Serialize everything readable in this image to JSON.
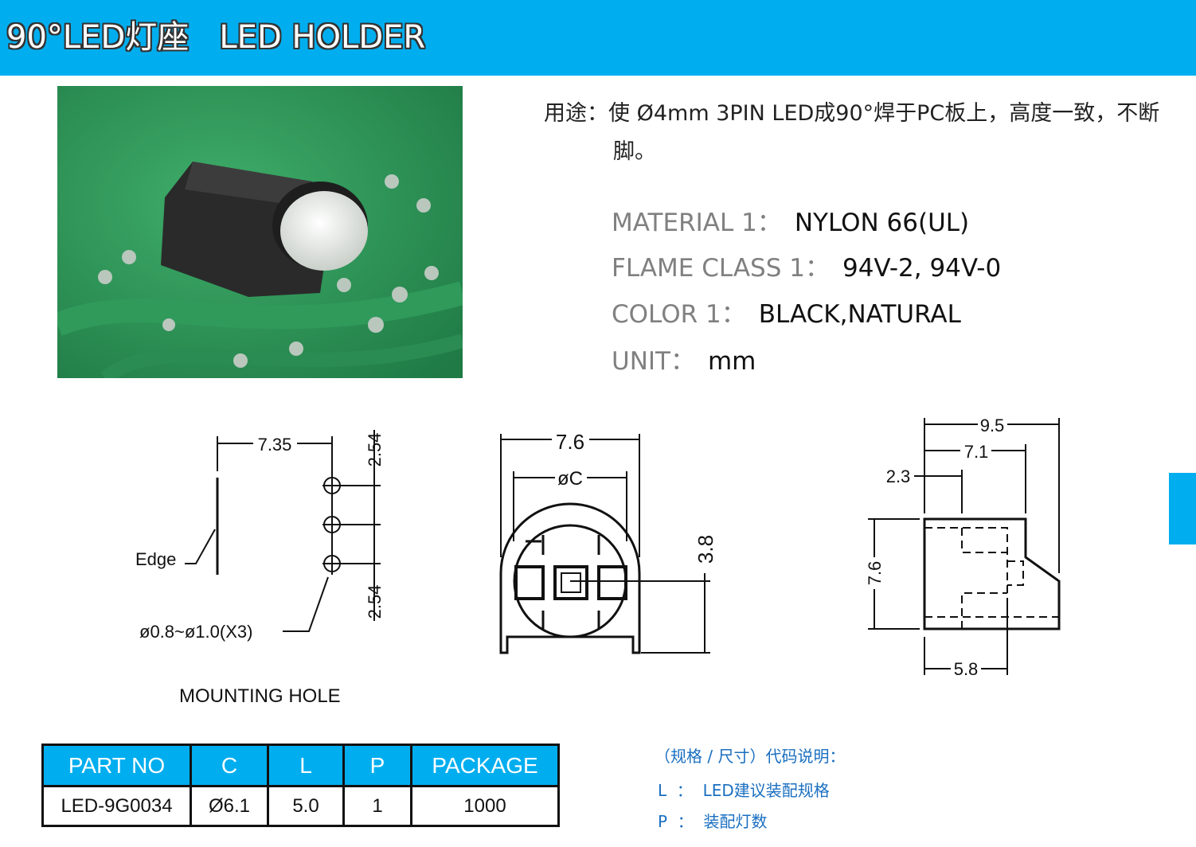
{
  "header": {
    "title": "90°LED灯座   LED HOLDER"
  },
  "description": {
    "usage_line1": "用途：使 Ø4mm 3PIN LED成90°焊于PC板上，高度一致，不断",
    "usage_line2": "脚。"
  },
  "specs": [
    {
      "label": "MATERIAL 1：",
      "value": "NYLON 66(UL)"
    },
    {
      "label": "FLAME CLASS 1：",
      "value": "94V-2, 94V-0"
    },
    {
      "label": "COLOR 1：",
      "value": "BLACK,NATURAL"
    },
    {
      "label": "UNIT：",
      "value": "mm"
    }
  ],
  "drawings": {
    "mounting": {
      "dim_width": "7.35",
      "pitch_top": "2.54",
      "pitch_bottom": "2.54",
      "edge": "Edge",
      "hole": "ø0.8~ø1.0(X3)",
      "caption": "MOUNTING  HOLE"
    },
    "front": {
      "width": "7.6",
      "diameter": "øC",
      "height": "3.8"
    },
    "side": {
      "total": "9.5",
      "depth": "7.1",
      "offset": "2.3",
      "height": "7.6",
      "bottom": "5.8"
    }
  },
  "table": {
    "headers": [
      "PART NO",
      "C",
      "L",
      "P",
      "PACKAGE"
    ],
    "rows": [
      [
        "LED-9G0034",
        "Ø6.1",
        "5.0",
        "1",
        "1000"
      ]
    ]
  },
  "notes": {
    "title": "（规格 / 尺寸）代码说明：",
    "l": "L  ：  LED建议装配规格",
    "p": "P  ：  装配灯数"
  },
  "colors": {
    "accent": "#00aeef",
    "note": "#1a6fc0"
  }
}
